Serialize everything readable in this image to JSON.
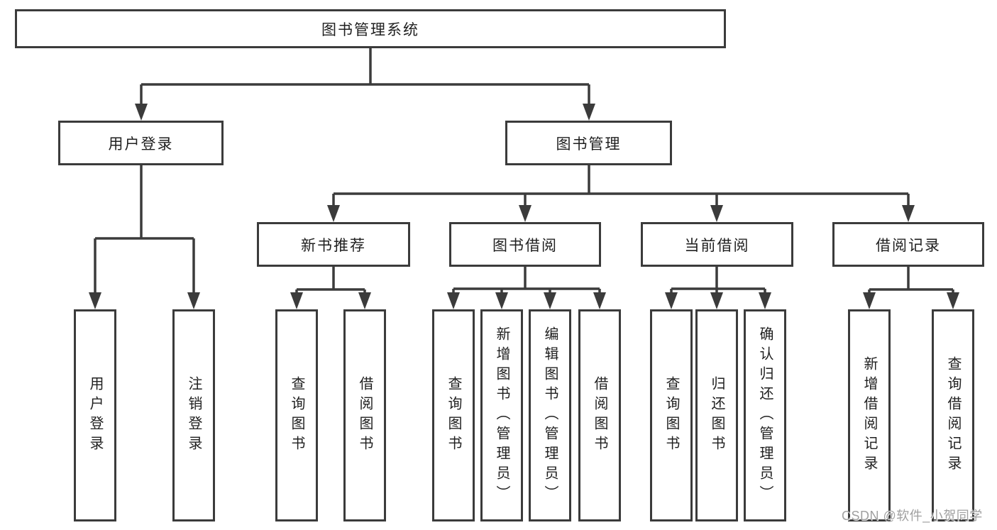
{
  "colors": {
    "line": "#3b3b3b",
    "box_border": "#3b3b3b",
    "box_background": "#ffffff",
    "text": "#1f1f1f",
    "watermark": "#a0a0a0",
    "page_background": "#ffffff"
  },
  "tree": {
    "label": "图书管理系统",
    "children": [
      {
        "label": "用户登录",
        "children": [
          {
            "label": "用户登录"
          },
          {
            "label": "注销登录"
          }
        ]
      },
      {
        "label": "图书管理",
        "children": [
          {
            "label": "新书推荐",
            "children": [
              {
                "label": "查询图书"
              },
              {
                "label": "借阅图书"
              }
            ]
          },
          {
            "label": "图书借阅",
            "children": [
              {
                "label": "查询图书"
              },
              {
                "label": "新增图书（管理员）"
              },
              {
                "label": "编辑图书（管理员）"
              },
              {
                "label": "借阅图书"
              }
            ]
          },
          {
            "label": "当前借阅",
            "children": [
              {
                "label": "查询图书"
              },
              {
                "label": "归还图书"
              },
              {
                "label": "确认归还（管理员）"
              }
            ]
          },
          {
            "label": "借阅记录",
            "children": [
              {
                "label": "新增借阅记录"
              },
              {
                "label": "查询借阅记录"
              }
            ]
          }
        ]
      }
    ]
  },
  "watermark": {
    "text": "CSDN @软件_小贺同学"
  }
}
